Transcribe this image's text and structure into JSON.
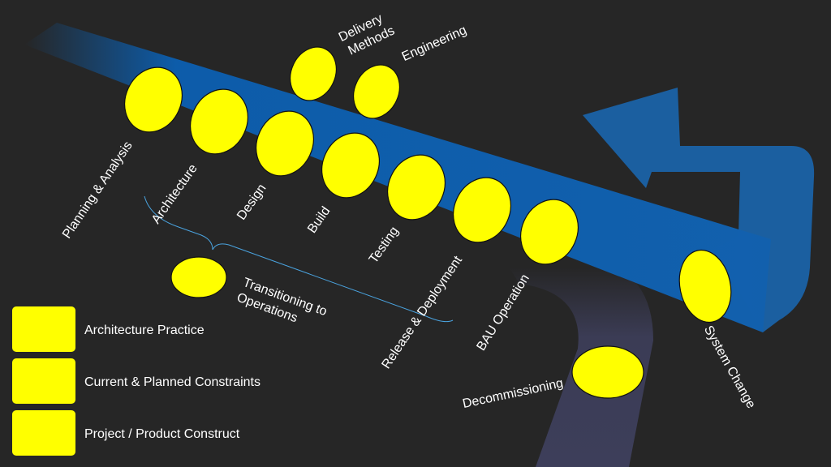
{
  "stages": {
    "planning": "Planning & Analysis",
    "architecture": "Architecture",
    "design": "Design",
    "build": "Build",
    "testing": "Testing",
    "release": "Release & Deployment",
    "bau": "BAU Operation",
    "system_change": "System Change",
    "decommissioning": "Decommissioning",
    "delivery_methods_1": "Delivery",
    "delivery_methods_2": "Methods",
    "engineering": "Engineering",
    "transitioning_1": "Transitioning to",
    "transitioning_2": "Operations"
  },
  "legend": {
    "architecture_practice": "Architecture Practice",
    "constraints": "Current & Planned Constraints",
    "project_construct": "Project / Product Construct"
  },
  "colors": {
    "background": "#262626",
    "band": "#0a62b8",
    "loop_arrow": "#1b5fa0",
    "exit_path": "#3b3c55",
    "oval": "#ffff00",
    "bracket": "#4aa3df"
  }
}
